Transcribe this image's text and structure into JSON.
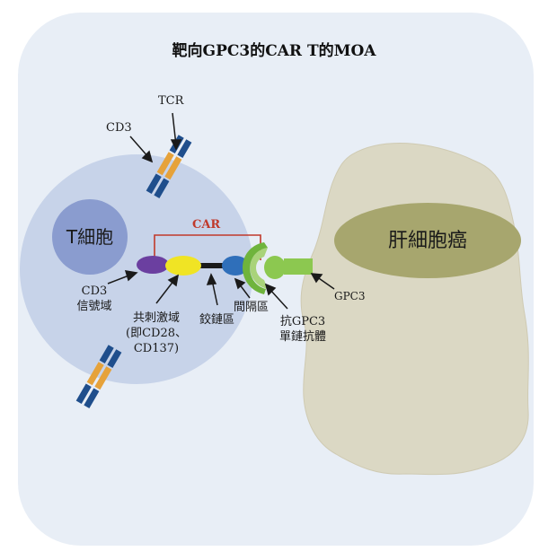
{
  "title": "靶向GPC3的CAR T的MOA",
  "labels": {
    "tcr": "TCR",
    "cd3": "CD3",
    "t_cell": "T細胞",
    "car": "CAR",
    "liver_cancer": "肝細胞癌",
    "cd3_signal_line1": "CD3",
    "cd3_signal_line2": "信號域",
    "costim_line1": "共刺激域",
    "costim_line2": "(即CD28、",
    "costim_line3": "CD137)",
    "hinge": "鉸鏈區",
    "spacer": "間隔區",
    "scfv_line1": "抗GPC3",
    "scfv_line2": "單鏈抗體",
    "gpc3": "GPC3"
  },
  "colors": {
    "background_panel": "#e8eef6",
    "t_cell_body": "#c7d3e9",
    "t_cell_nucleus": "#8a9ccf",
    "tumor_body": "#dbd8c4",
    "tumor_nucleus": "#a7a66e",
    "car_bracket": "#c0392b",
    "cd3_domain": "#6b3fa0",
    "costim_domain": "#f0e424",
    "hinge": "#1a1a1a",
    "spacer": "#2f6fba",
    "scfv_light": "#a9d37a",
    "scfv_dark": "#6fb43c",
    "gpc3": "#8cc850",
    "tcr_orange": "#e6a23a",
    "tcr_blue": "#1f4e8c"
  }
}
